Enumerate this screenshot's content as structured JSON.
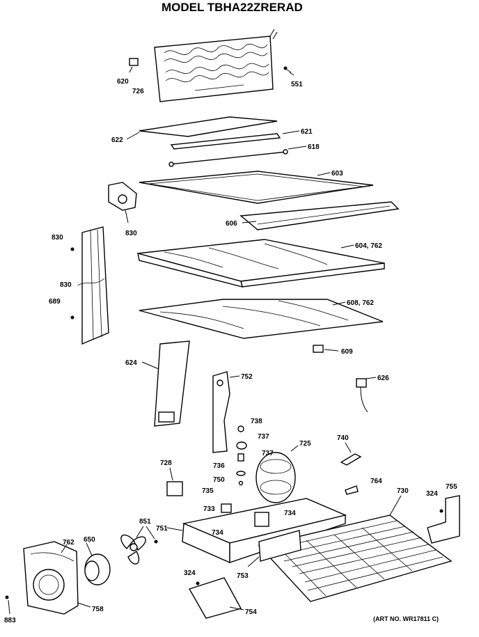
{
  "title": "MODEL TBHA22ZRERAD",
  "art_number": "(ART NO. WR17811 C)",
  "labels": {
    "p620": "620",
    "p726": "726",
    "p551": "551",
    "p622": "622",
    "p621": "621",
    "p618": "618",
    "p603": "603",
    "p830a": "830",
    "p606": "606",
    "p830b": "830",
    "p604": "604, 762",
    "p830c": "830",
    "p689": "689",
    "p608": "608, 762",
    "p609": "609",
    "p624": "624",
    "p752": "752",
    "p626": "626",
    "p738": "738",
    "p737a": "737",
    "p737b": "737",
    "p725": "725",
    "p740": "740",
    "p728": "728",
    "p736": "736",
    "p750": "750",
    "p764": "764",
    "p730": "730",
    "p324a": "324",
    "p755": "755",
    "p735": "735",
    "p733": "733",
    "p734a": "734",
    "p851": "851",
    "p762": "762",
    "p650": "650",
    "p751": "751",
    "p734b": "734",
    "p753": "753",
    "p324b": "324",
    "p754": "754",
    "p758": "758",
    "p883": "883"
  }
}
